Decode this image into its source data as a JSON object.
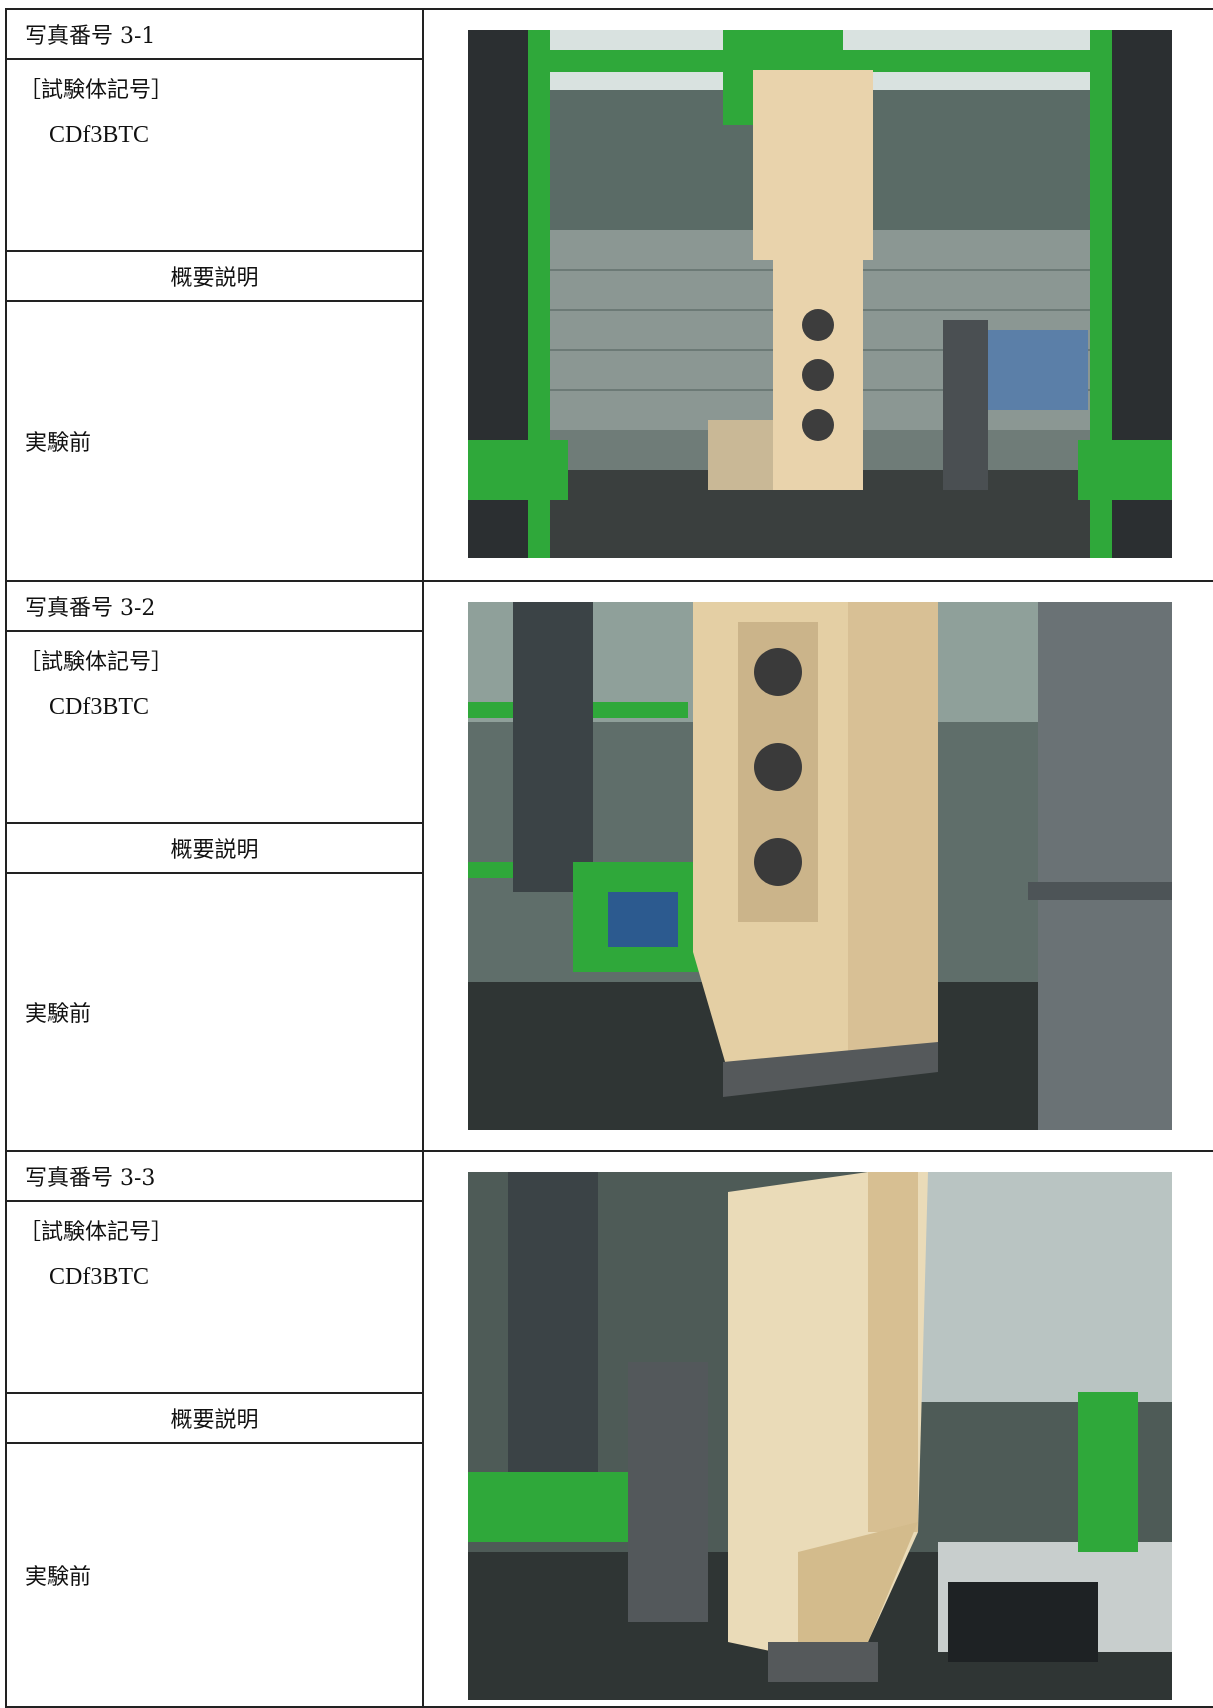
{
  "records": [
    {
      "photo_number": "写真番号 3-1",
      "specimen_label": "［試験体記号］",
      "specimen_code": "CDf3BTC",
      "summary_header": "概要説明",
      "description": "実験前"
    },
    {
      "photo_number": "写真番号 3-2",
      "specimen_label": "［試験体記号］",
      "specimen_code": "CDf3BTC",
      "summary_header": "概要説明",
      "description": "実験前"
    },
    {
      "photo_number": "写真番号 3-3",
      "specimen_label": "［試験体記号］",
      "specimen_code": "CDf3BTC",
      "summary_header": "概要説明",
      "description": "実験前"
    }
  ],
  "colors": {
    "frame_green": "#2fa83a",
    "wood": "#e9d3ac",
    "wall_gray": "#7c8a86",
    "floor": "#3a3f3e"
  }
}
